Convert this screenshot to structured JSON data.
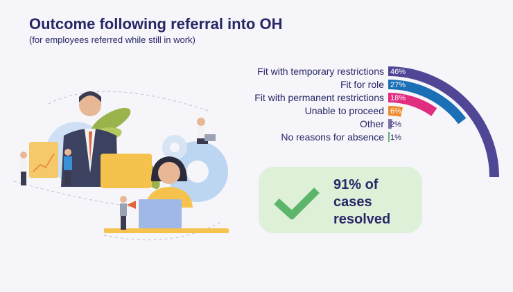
{
  "header": {
    "title": "Outcome following referral into OH",
    "subtitle": "(for employees referred while still in work)"
  },
  "chart_data": {
    "type": "radial_bar",
    "categories": [
      "Fit with temporary restrictions",
      "Fit for role",
      "Fit with permanent restrictions",
      "Unable to proceed",
      "Other",
      "No reasons for absence"
    ],
    "values": [
      46,
      27,
      18,
      6,
      2,
      1
    ],
    "value_labels": [
      "46%",
      "27%",
      "18%",
      "6%",
      "2%",
      "1%"
    ],
    "colors": [
      "#4f4796",
      "#1b6fb5",
      "#e12d80",
      "#ef8b2c",
      "#7d72a6",
      "#5fb46c"
    ],
    "unit": "%"
  },
  "callout": {
    "line1": "91% of",
    "line2": "cases",
    "line3": "resolved",
    "check_icon": "check-icon",
    "colors": {
      "bg": "#dff0d9",
      "check": "#5cb56b"
    }
  }
}
